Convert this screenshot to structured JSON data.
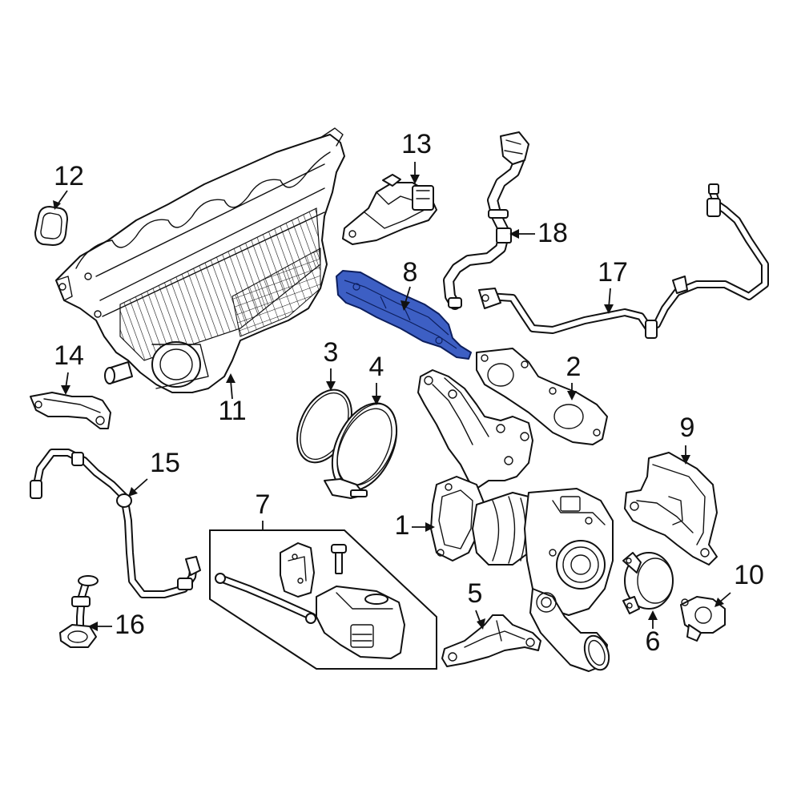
{
  "diagram": {
    "highlight_color": "#3d5fc4",
    "line_color": "#111111",
    "background": "#ffffff",
    "highlighted_part": "8",
    "callouts": [
      "1",
      "2",
      "3",
      "4",
      "5",
      "6",
      "7",
      "8",
      "9",
      "10",
      "11",
      "12",
      "13",
      "14",
      "15",
      "16",
      "17",
      "18"
    ]
  }
}
